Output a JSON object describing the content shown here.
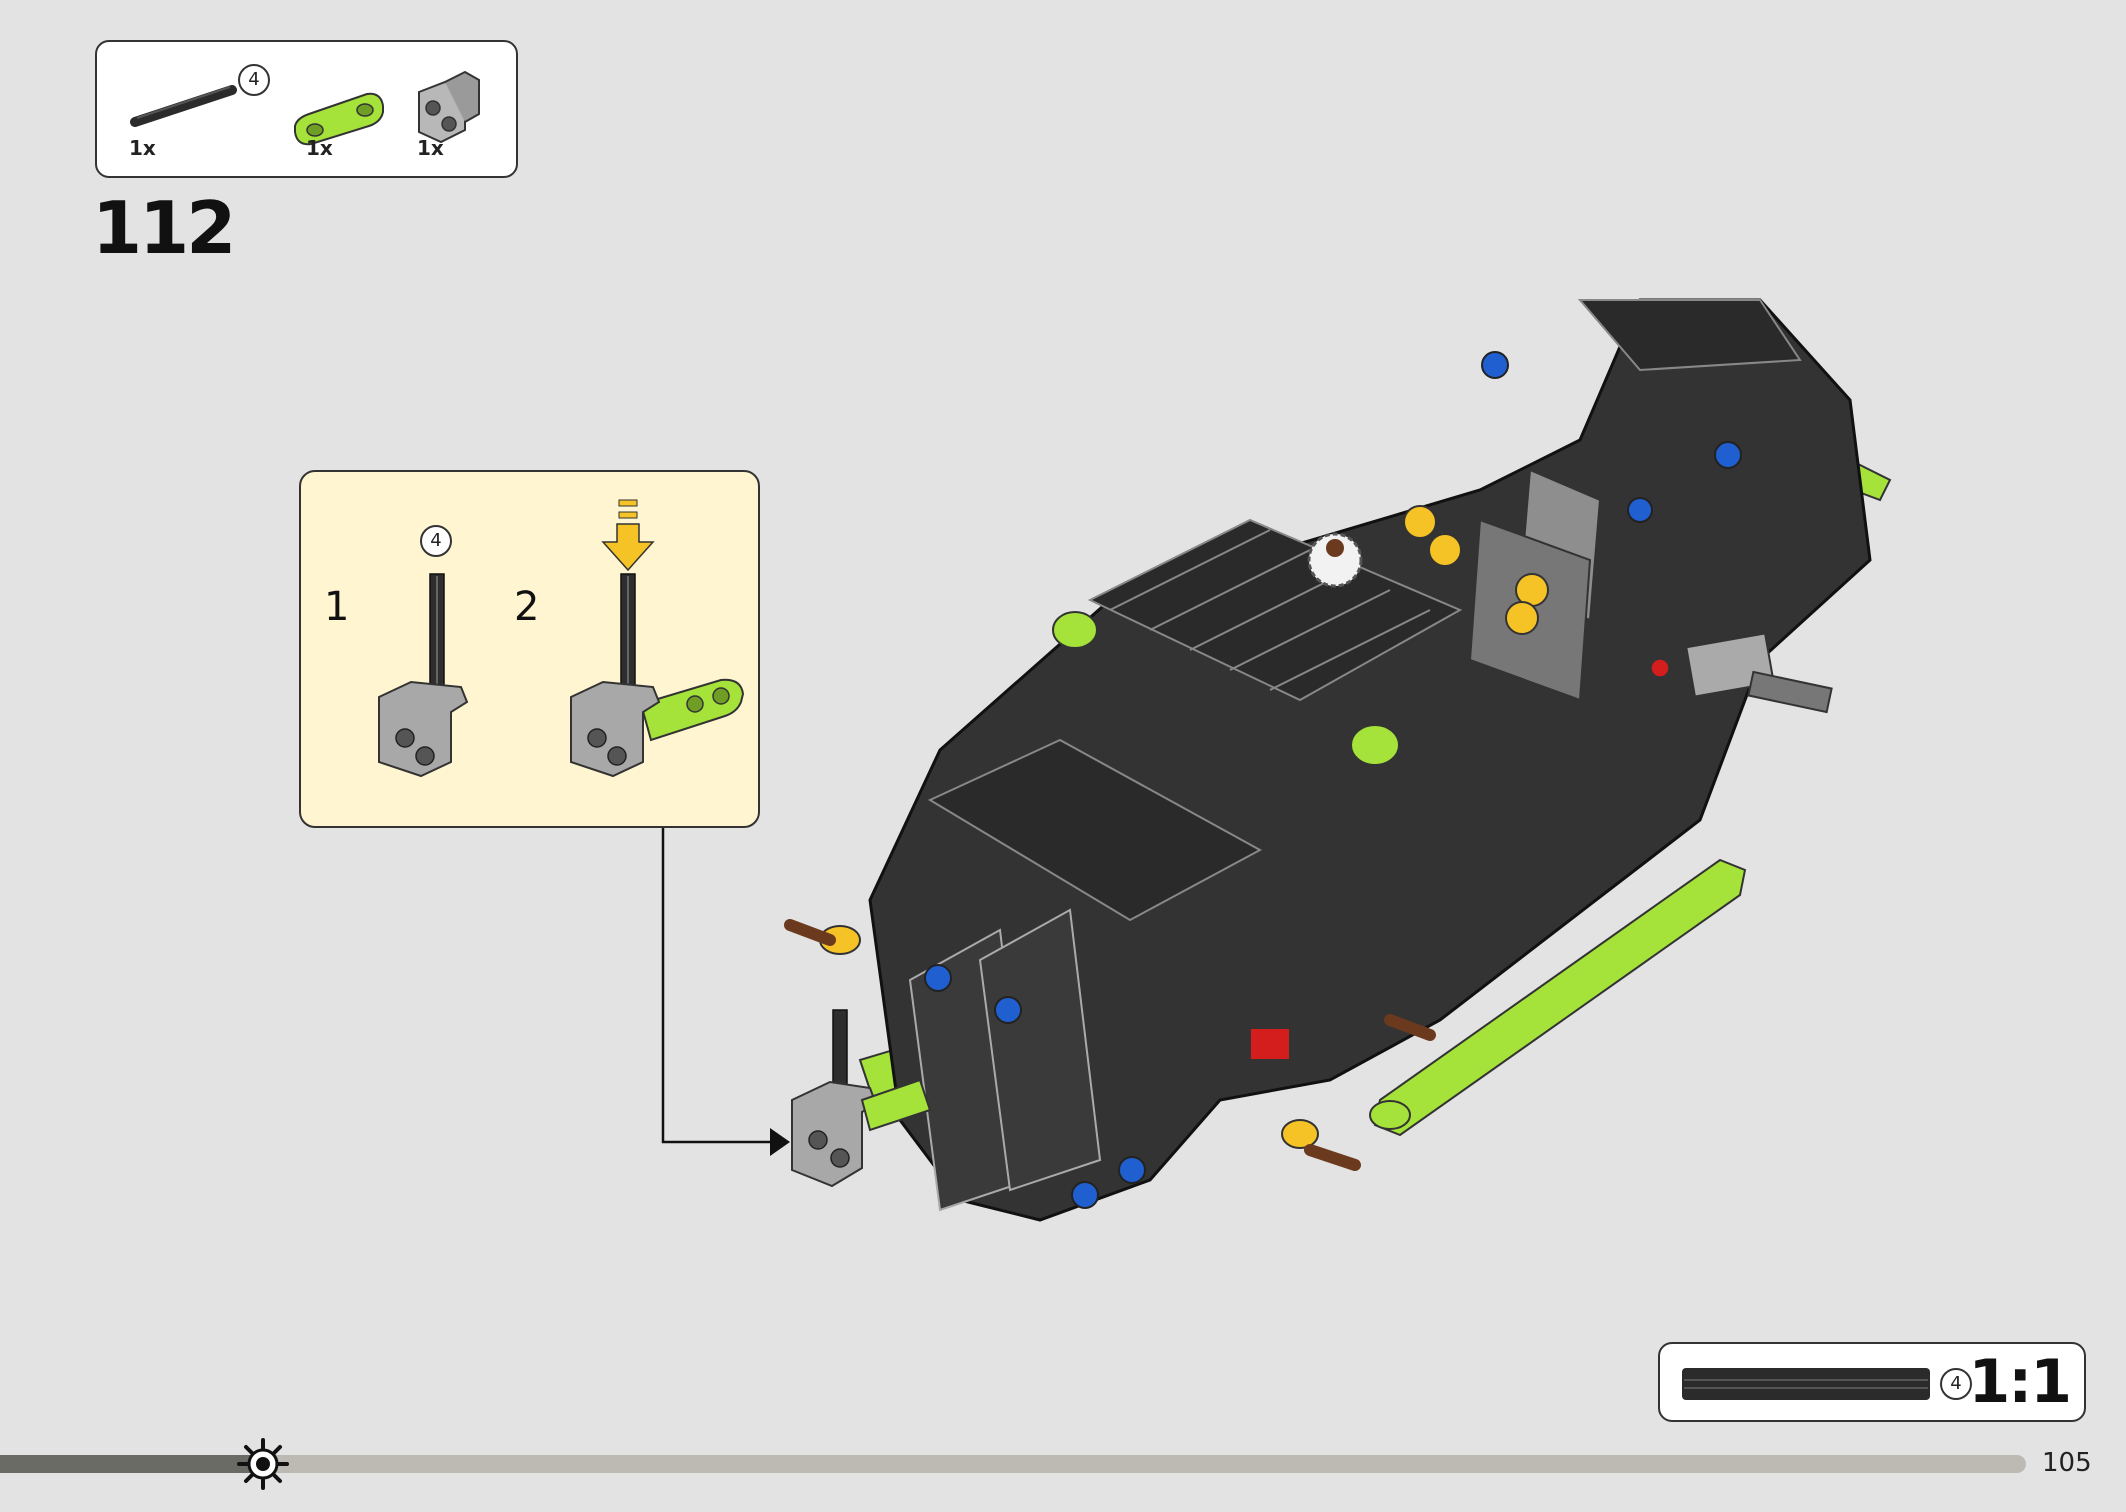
{
  "step": {
    "number": "112"
  },
  "parts_list": {
    "items": [
      {
        "name": "axle",
        "length_label": "4",
        "qty": "1x"
      },
      {
        "name": "lime-beam",
        "qty": "1x"
      },
      {
        "name": "gray-connector",
        "qty": "1x"
      }
    ]
  },
  "substeps": [
    {
      "number": "1",
      "axle_length_label": "4"
    },
    {
      "number": "2"
    }
  ],
  "scale_indicator": {
    "axle_length_label": "4",
    "scale": "1:1"
  },
  "page": {
    "number": "105",
    "progress": 0.13
  },
  "colors": {
    "background": "#e3e3e3",
    "substep_background": "#fff5d0",
    "lime": "#a5e23a",
    "dark_gray": "#3a3a3a",
    "light_gray": "#a8a8a8",
    "arrow_yellow": "#f5c326"
  }
}
